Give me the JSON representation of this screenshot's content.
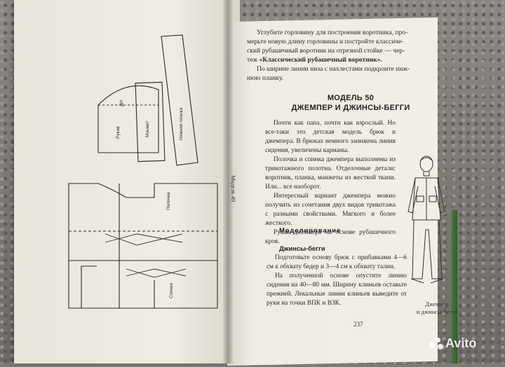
{
  "right_page": {
    "intro_lines": [
      "Углубите горловину для построения воротника, про-",
      "мерьте новую длину горловины и постройте классиче-",
      "ский рубашечный воротник на отрезной стойке — чер-"
    ],
    "intro_bold": "«Классический рубашечный воротник».",
    "intro_tail_prefix": "теж ",
    "intro2": "По ширине линии низа с нахлестами подкроите ниж-",
    "intro2b": "нюю планку.",
    "model_title_1": "МОДЕЛЬ 50",
    "model_title_2": "ДЖЕМПЕР И ДЖИНСЫ-БЕГГИ",
    "body_paragraphs": [
      "Почти как папа, почти как взрослый. Но все-таки это детская модель брюк и джемпера. В брюках немного занижена линия сидения, увеличены карманы.",
      "Полочка и спинка джемпера выполнены из трикотажного полотна. Отделочные детали: воротник, планка, манжеты из жесткой ткани. Или... все наоборот.",
      "Интересный вариант джемпера можно получить из сочетания двух видов трикотажа с разными свойствами. Мягкого и более жесткого.",
      "Рукав джемпера на основе рубашечного кроя."
    ],
    "section_heading": "Моделирование",
    "sub_heading": "Джинсы-бегги",
    "body2_paragraphs": [
      "Подготовьте основу брюк с прибавками 4—6 см к обхвату бедер и 3—4 см к обхвату талии.",
      "На полученной основе опустите линию сидения на 40—80 мм. Ширину клиньев оставьте прежней. Лекальные линии клиньев выведите от руки на точки ВПК и ВЗК."
    ],
    "page_number": "237",
    "caption_1": "Джемпер",
    "caption_2": "и джинсы-бегги"
  },
  "left_page": {
    "vertical_label": "Модель 49",
    "pattern_labels": {
      "sleeve": "Рукав",
      "cuff": "Манжет",
      "placket": "Нижняя планка",
      "dn": "ДН",
      "front": "Полочка",
      "pocket": "Спинка"
    }
  },
  "watermark": {
    "brand": "Avito"
  }
}
